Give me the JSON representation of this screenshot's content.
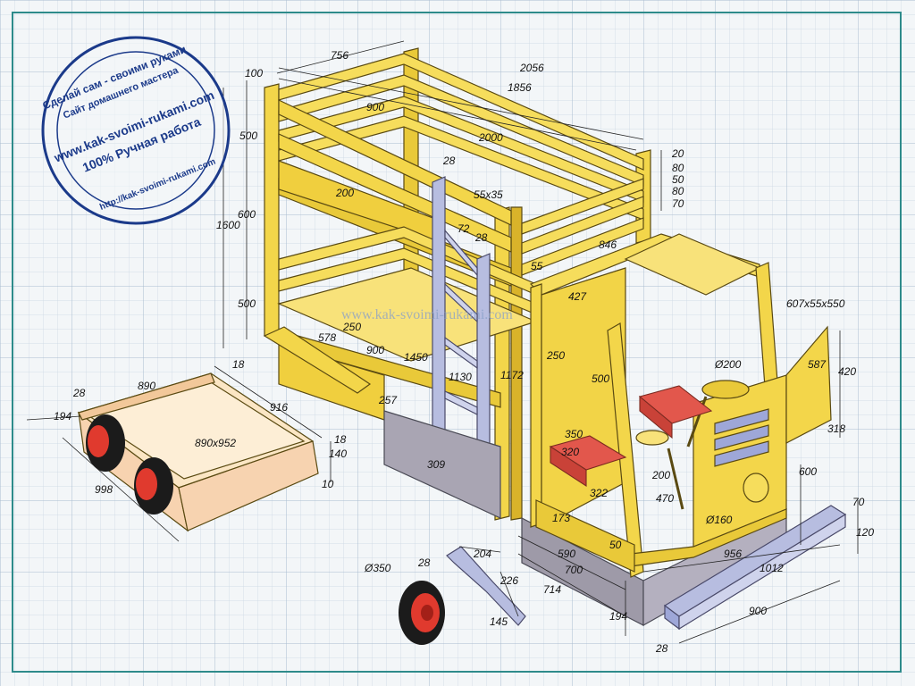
{
  "colors": {
    "background": "#f3f6f8",
    "grid_minor": "#c9d6e3",
    "grid_major": "#9fb3c8",
    "wood": "#f3d64a",
    "wood_dark": "#c9a21a",
    "outline": "#5a4a12",
    "seat_red": "#e2574c",
    "wheel_black": "#1b1b1b",
    "hub_red": "#e03a2e",
    "base_gray": "#9e9aa8",
    "ladder_blue": "#b7bde0",
    "stamp_blue": "#1b3a8a",
    "frame": "#2e8b8b"
  },
  "stamp": {
    "line1": "Сделай сам - своими руками",
    "line2": "Сайт домашнего мастера",
    "url": "www.kak-svoimi-rukami.com",
    "tagline": "100% Ручная работа",
    "url_small": "http://kak-svoimi-rukami.com"
  },
  "watermark": "www.kak-svoimi-rukami.com",
  "dimensions": {
    "d756": "756",
    "d2056": "2056",
    "d1856": "1856",
    "d100": "100",
    "d900a": "900",
    "d500a": "500",
    "d2000": "2000",
    "d20": "20",
    "d80a": "80",
    "d50": "50",
    "d80b": "80",
    "d70a": "70",
    "d28a": "28",
    "d55x35": "55x35",
    "d200a": "200",
    "d600a": "600",
    "d1600": "1600",
    "d72": "72",
    "d28b": "28",
    "d846": "846",
    "d55": "55",
    "d500b": "500",
    "d427": "427",
    "d607": "607x55x550",
    "d578": "578",
    "d250a": "250",
    "d900b": "900",
    "d1450": "1450",
    "d250b": "250",
    "d587": "587",
    "d420": "420",
    "d18a": "18",
    "d890": "890",
    "d28c": "28",
    "d194a": "194",
    "d916": "916",
    "d1130": "1130",
    "d1172": "1172",
    "d500c": "500",
    "d200b": "Ø200",
    "d257": "257",
    "d318": "318",
    "d890x952": "890x952",
    "d18b": "18",
    "d140": "140",
    "d10": "10",
    "d998": "998",
    "d350a": "350",
    "d320": "320",
    "d309": "309",
    "d200c": "200",
    "d322": "322",
    "d600b": "600",
    "d470": "470",
    "d160": "Ø160",
    "d173": "173",
    "d70b": "70",
    "d120": "120",
    "d590": "590",
    "d50b": "50",
    "d350b": "Ø350",
    "d204": "204",
    "d28d": "28",
    "d956": "956",
    "d226": "226",
    "d700": "700",
    "d1012": "1012",
    "d714": "714",
    "d145": "145",
    "d194b": "194",
    "d900c": "900",
    "d28e": "28"
  }
}
